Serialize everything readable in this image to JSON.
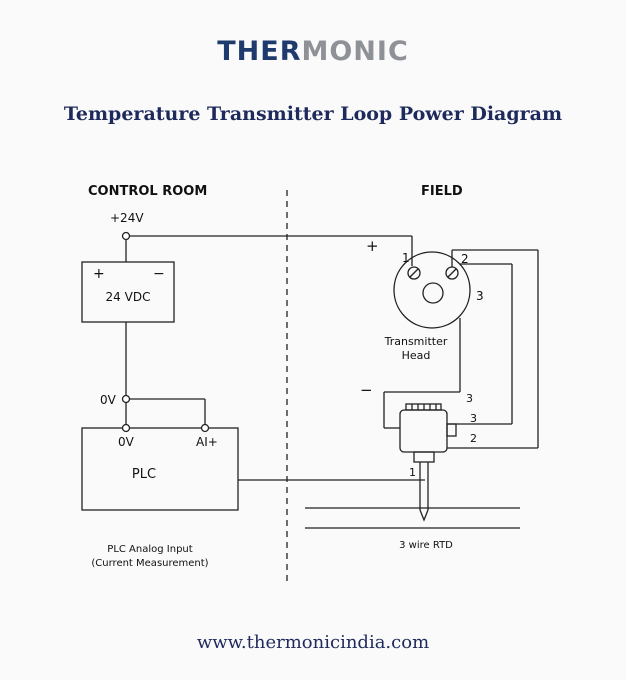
{
  "brand": {
    "part1": "THER",
    "part2": "MONIC"
  },
  "title": "Temperature Transmitter Loop Power Diagram",
  "footer": "www.thermonicindia.com",
  "diagram": {
    "control_room": "CONTROL ROOM",
    "field": "FIELD",
    "plus24v": "+24V",
    "zero_v": "0V",
    "psu": {
      "label": "24 VDC",
      "plus": "+",
      "minus": "−"
    },
    "plc": {
      "label": "PLC",
      "in_0v": "0V",
      "in_ai": "AI+",
      "note_line1": "PLC Analog Input",
      "note_line2": "(Current Measurement)"
    },
    "transmitter": {
      "line1": "Transmitter",
      "line2": "Head",
      "t1": "1",
      "t2": "2",
      "t3": "3"
    },
    "loop_plus": "+",
    "loop_minus": "−",
    "rtd": {
      "label": "3 wire RTD",
      "w1": "1",
      "w2": "2",
      "w3a": "3",
      "w3b": "3"
    }
  }
}
